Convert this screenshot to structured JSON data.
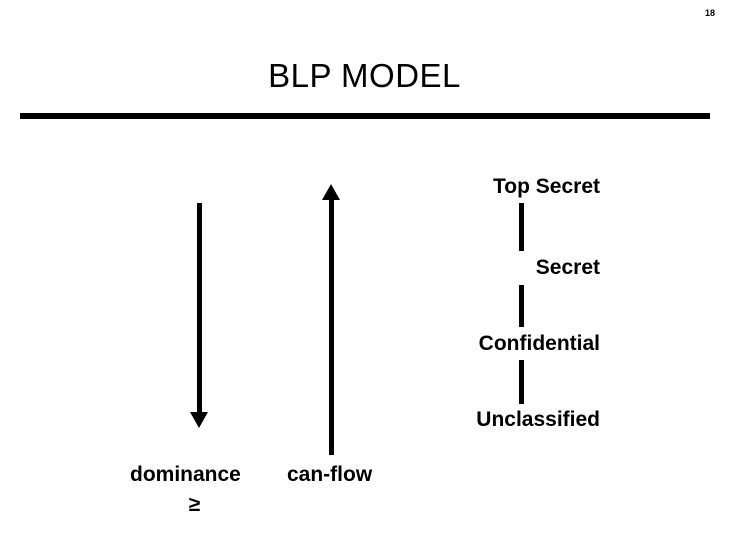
{
  "slide": {
    "page_number": "18",
    "title": "BLP MODEL",
    "background_color": "#ffffff",
    "ink_color": "#000000"
  },
  "lattice": {
    "levels": [
      {
        "label": "Top Secret"
      },
      {
        "label": "Secret"
      },
      {
        "label": "Confidential"
      },
      {
        "label": "Unclassified"
      }
    ]
  },
  "legend": {
    "dominance_label": "dominance",
    "dominance_symbol": "≥",
    "can_flow_label": "can-flow"
  },
  "arrows": {
    "dominance_direction": "down",
    "can_flow_direction": "up"
  }
}
